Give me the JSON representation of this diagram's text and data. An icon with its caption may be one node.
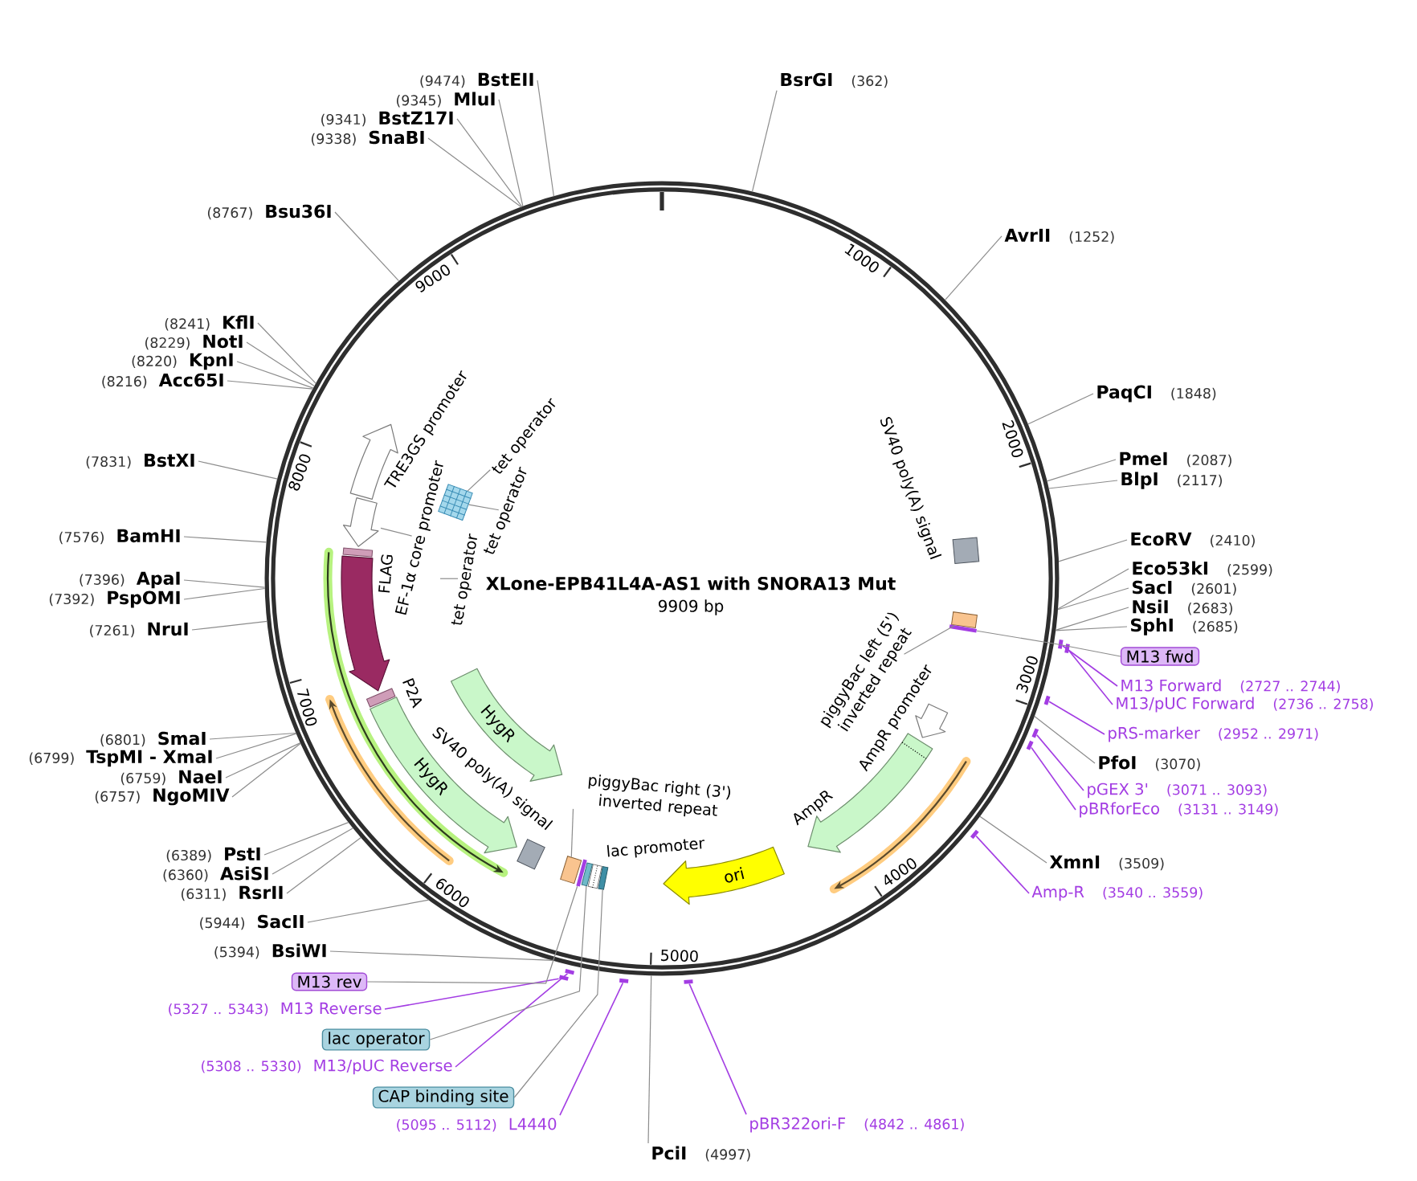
{
  "diagram": {
    "title": "XLone-EPB41L4A-AS1 with SNORA13 Mut",
    "nodes": [
      {
        "text": [],
        "shape": "circle"
      },
      {
        "text": [
          "BsrGI",
          "(362)"
        ]
      },
      {
        "text": [
          "AvrII",
          "(1252)"
        ]
      },
      {
        "text": [
          "PaqCI",
          "(1848)"
        ]
      },
      {
        "text": [
          "PmeI",
          "(2087)"
        ]
      },
      {
        "text": [
          "BlpI",
          "(2117)"
        ]
      },
      {
        "text": [
          "EcoRV",
          "(2410)"
        ]
      },
      {
        "text": [
          "Eco53kI",
          "(2599)"
        ]
      },
      {
        "text": [
          "SacI",
          "(2601)"
        ]
      },
      {
        "text": [
          "NsiI",
          "(2683)"
        ]
      },
      {
        "text": [
          "SphI",
          "(2685)"
        ]
      },
      {
        "text": [
          "M13 fwd"
        ]
      },
      {
        "text": [
          "M13 Forward",
          "(2727 .. 2744)"
        ]
      },
      {
        "text": [
          "M13/pUC Forward",
          "(2736 .. 2758)"
        ]
      },
      {
        "text": [
          "pRS-marker",
          "(2952 .. 2971)"
        ]
      },
      {
        "text": [
          "PfoI",
          "(3070)"
        ]
      },
      {
        "text": [
          "pGEX 3'",
          "(3071 .. 3093)"
        ]
      },
      {
        "text": [
          "pBRforEco",
          "(3131 .. 3149)"
        ]
      },
      {
        "text": [
          "XmnI",
          "(3509)"
        ]
      },
      {
        "text": [
          "Amp-R",
          "(3540 .. 3559)"
        ]
      },
      {
        "text": [
          "pBR322ori-F",
          "(4842 .. 4861)"
        ]
      },
      {
        "text": [
          "PciI",
          "(4997)"
        ]
      },
      {
        "text": [
          "(5095 .. 5112)",
          "L4440"
        ]
      },
      {
        "text": [
          "CAP binding site"
        ]
      },
      {
        "text": [
          "(5308 .. 5330)",
          "M13/pUC Reverse"
        ]
      },
      {
        "text": [
          "lac operator"
        ]
      },
      {
        "text": [
          "(5327 .. 5343)",
          "M13 Reverse"
        ]
      },
      {
        "text": [
          "M13 rev"
        ]
      },
      {
        "text": [
          "(5394)",
          "BsiWI"
        ]
      },
      {
        "text": [
          "(5944)",
          "SacII"
        ]
      },
      {
        "text": [
          "(6311)",
          "RsrII"
        ]
      },
      {
        "text": [
          "(6360)",
          "AsiSI"
        ]
      },
      {
        "text": [
          "(6389)",
          "PstI"
        ]
      },
      {
        "text": [
          "(6757)",
          "NgoMIV"
        ]
      },
      {
        "text": [
          "(6759)",
          "NaeI"
        ]
      },
      {
        "text": [
          "(6799)",
          "TspMI - XmaI"
        ]
      },
      {
        "text": [
          "(6801)",
          "SmaI"
        ]
      },
      {
        "text": [
          "(7261)",
          "NruI"
        ]
      },
      {
        "text": [
          "(7392)",
          "PspOMI"
        ]
      },
      {
        "text": [
          "(7396)",
          "ApaI"
        ]
      },
      {
        "text": [
          "(7576)",
          "BamHI"
        ]
      },
      {
        "text": [
          "(7831)",
          "BstXI"
        ]
      },
      {
        "text": [
          "(8216)",
          "Acc65I"
        ]
      },
      {
        "text": [
          "(8220)",
          "KpnI"
        ]
      },
      {
        "text": [
          "(8229)",
          "NotI"
        ]
      },
      {
        "text": [
          "(8241)",
          "KflI"
        ]
      },
      {
        "text": [
          "(8767)",
          "Bsu36I"
        ]
      },
      {
        "text": [
          "(9338)",
          "SnaBI"
        ]
      },
      {
        "text": [
          "(9341)",
          "BstZ17I"
        ]
      },
      {
        "text": [
          "(9345)",
          "MluI"
        ]
      },
      {
        "text": [
          "(9474)",
          "BstEII"
        ]
      },
      {
        "text": [],
        "shape": "box",
        "in": 0,
        "beside": [
          "SV40 poly(A) signal"
        ]
      },
      {
        "text": [],
        "shape": "box",
        "in": 0
      },
      {
        "text": [],
        "shape": "bar",
        "in": 0
      },
      {
        "text": [
          "piggyBac left (5') inverted repeat"
        ],
        "in": 0
      },
      {
        "text": [],
        "shape": "arrow",
        "in": 0,
        "beside": [
          "AmpR promoter"
        ]
      },
      {
        "text": [],
        "shape": "arrow",
        "in": 0,
        "beside": [
          "AmpR"
        ]
      },
      {
        "text": [
          "ori"
        ],
        "in": 0
      },
      {
        "text": [],
        "shape": "box",
        "in": 0
      },
      {
        "text": [],
        "shape": "box",
        "in": 0,
        "beside": [
          "lac promoter"
        ]
      },
      {
        "text": [],
        "shape": "box",
        "in": 0
      },
      {
        "text": [],
        "shape": "bar",
        "in": 0
      },
      {
        "text": [],
        "shape": "box",
        "in": 0
      },
      {
        "text": [
          "piggyBac right (3') inverted repeat"
        ],
        "in": 0
      },
      {
        "text": [],
        "shape": "box",
        "in": 0
      },
      {
        "text": [
          "HygR"
        ],
        "in": 0
      },
      {
        "text": [],
        "shape": "box",
        "in": 0,
        "beside": [
          "P2A"
        ]
      },
      {
        "text": [],
        "shape": "arrow",
        "in": 0
      },
      {
        "text": [],
        "shape": "box",
        "in": 0,
        "beside": [
          "FLAG"
        ]
      },
      {
        "text": [],
        "shape": "arrow",
        "in": 0
      },
      {
        "text": [
          "EF-1α core promoter"
        ],
        "in": 0
      },
      {
        "text": [],
        "shape": "arrow",
        "in": 0,
        "beside": [
          "TRE3GS promoter"
        ]
      },
      {
        "text": [],
        "shape": "box",
        "in": 0
      },
      {
        "text": [
          "tet operator"
        ],
        "in": 0
      },
      {
        "text": [
          "tet operator"
        ],
        "in": 0
      },
      {
        "text": [
          "tet operator"
        ],
        "in": 0
      },
      {
        "text": [
          "HygR"
        ],
        "in": 0
      },
      {
        "text": [],
        "shape": "bar"
      },
      {
        "text": [],
        "shape": "bar"
      },
      {
        "text": [],
        "shape": "bar"
      },
      {
        "text": [],
        "shape": "bar"
      },
      {
        "text": [],
        "shape": "bar"
      },
      {
        "text": [],
        "shape": "bar"
      },
      {
        "text": [],
        "shape": "bar"
      },
      {
        "text": [],
        "shape": "bar"
      },
      {
        "text": [],
        "shape": "bar"
      },
      {
        "text": [],
        "shape": "bar"
      }
    ],
    "edges": [
      {
        "from": 1,
        "to": 0,
        "arrow": "none"
      },
      {
        "from": 2,
        "to": 0,
        "arrow": "none"
      },
      {
        "from": 3,
        "to": 0,
        "arrow": "none"
      },
      {
        "from": 4,
        "to": 0,
        "arrow": "none"
      },
      {
        "from": 5,
        "to": 0,
        "arrow": "none"
      },
      {
        "from": 6,
        "to": 0,
        "arrow": "none"
      },
      {
        "from": 7,
        "to": 0,
        "arrow": "none"
      },
      {
        "from": 8,
        "to": 0,
        "arrow": "none"
      },
      {
        "from": 9,
        "to": 0,
        "arrow": "none"
      },
      {
        "from": 10,
        "to": 0,
        "arrow": "none"
      },
      {
        "from": 11,
        "to": 53,
        "arrow": "none"
      },
      {
        "from": 12,
        "to": 77,
        "arrow": "none",
        "color": "#a33de3"
      },
      {
        "from": 13,
        "to": 78,
        "arrow": "none",
        "color": "#a33de3"
      },
      {
        "from": 14,
        "to": 79,
        "arrow": "none",
        "color": "#a33de3"
      },
      {
        "from": 15,
        "to": 0,
        "arrow": "none"
      },
      {
        "from": 16,
        "to": 80,
        "arrow": "none",
        "color": "#a33de3"
      },
      {
        "from": 17,
        "to": 81,
        "arrow": "none",
        "color": "#a33de3"
      },
      {
        "from": 18,
        "to": 0,
        "arrow": "none"
      },
      {
        "from": 19,
        "to": 82,
        "arrow": "none",
        "color": "#a33de3"
      },
      {
        "from": 20,
        "to": 83,
        "arrow": "none",
        "color": "#a33de3"
      },
      {
        "from": 21,
        "to": 0,
        "arrow": "none"
      },
      {
        "from": 22,
        "to": 84,
        "arrow": "none",
        "color": "#a33de3"
      },
      {
        "from": 23,
        "to": 58,
        "arrow": "none"
      },
      {
        "from": 24,
        "to": 85,
        "arrow": "none",
        "color": "#a33de3"
      },
      {
        "from": 25,
        "to": 60,
        "arrow": "none"
      },
      {
        "from": 26,
        "to": 86,
        "arrow": "none",
        "color": "#a33de3"
      },
      {
        "from": 27,
        "to": 61,
        "arrow": "none"
      },
      {
        "from": 28,
        "to": 0,
        "arrow": "none"
      },
      {
        "from": 29,
        "to": 0,
        "arrow": "none"
      },
      {
        "from": 30,
        "to": 0,
        "arrow": "none"
      },
      {
        "from": 31,
        "to": 0,
        "arrow": "none"
      },
      {
        "from": 32,
        "to": 0,
        "arrow": "none"
      },
      {
        "from": 33,
        "to": 0,
        "arrow": "none"
      },
      {
        "from": 34,
        "to": 0,
        "arrow": "none"
      },
      {
        "from": 35,
        "to": 0,
        "arrow": "none"
      },
      {
        "from": 36,
        "to": 0,
        "arrow": "none"
      },
      {
        "from": 37,
        "to": 0,
        "arrow": "none"
      },
      {
        "from": 38,
        "to": 0,
        "arrow": "none"
      },
      {
        "from": 39,
        "to": 0,
        "arrow": "none"
      },
      {
        "from": 40,
        "to": 0,
        "arrow": "none"
      },
      {
        "from": 41,
        "to": 0,
        "arrow": "none"
      },
      {
        "from": 42,
        "to": 0,
        "arrow": "none"
      },
      {
        "from": 43,
        "to": 0,
        "arrow": "none"
      },
      {
        "from": 44,
        "to": 0,
        "arrow": "none"
      },
      {
        "from": 45,
        "to": 0,
        "arrow": "none"
      },
      {
        "from": 46,
        "to": 0,
        "arrow": "none"
      },
      {
        "from": 47,
        "to": 0,
        "arrow": "none"
      },
      {
        "from": 48,
        "to": 0,
        "arrow": "none"
      },
      {
        "from": 49,
        "to": 0,
        "arrow": "none"
      },
      {
        "from": 50,
        "to": 0,
        "arrow": "none"
      },
      {
        "from": 54,
        "to": 52,
        "arrow": "none"
      },
      {
        "from": 63,
        "to": 62,
        "arrow": "none"
      },
      {
        "from": 70,
        "to": 67,
        "arrow": "none"
      },
      {
        "from": 73,
        "to": 72,
        "arrow": "none"
      },
      {
        "from": 74,
        "to": 72,
        "arrow": "none"
      },
      {
        "from": 75,
        "to": null,
        "arrow": "none"
      }
    ],
    "labels": [
      "9909 bp",
      "1000",
      "2000",
      "3000",
      "4000",
      "5000",
      "6000",
      "7000",
      "8000",
      "9000",
      "SV40 poly(A) signal"
    ]
  }
}
